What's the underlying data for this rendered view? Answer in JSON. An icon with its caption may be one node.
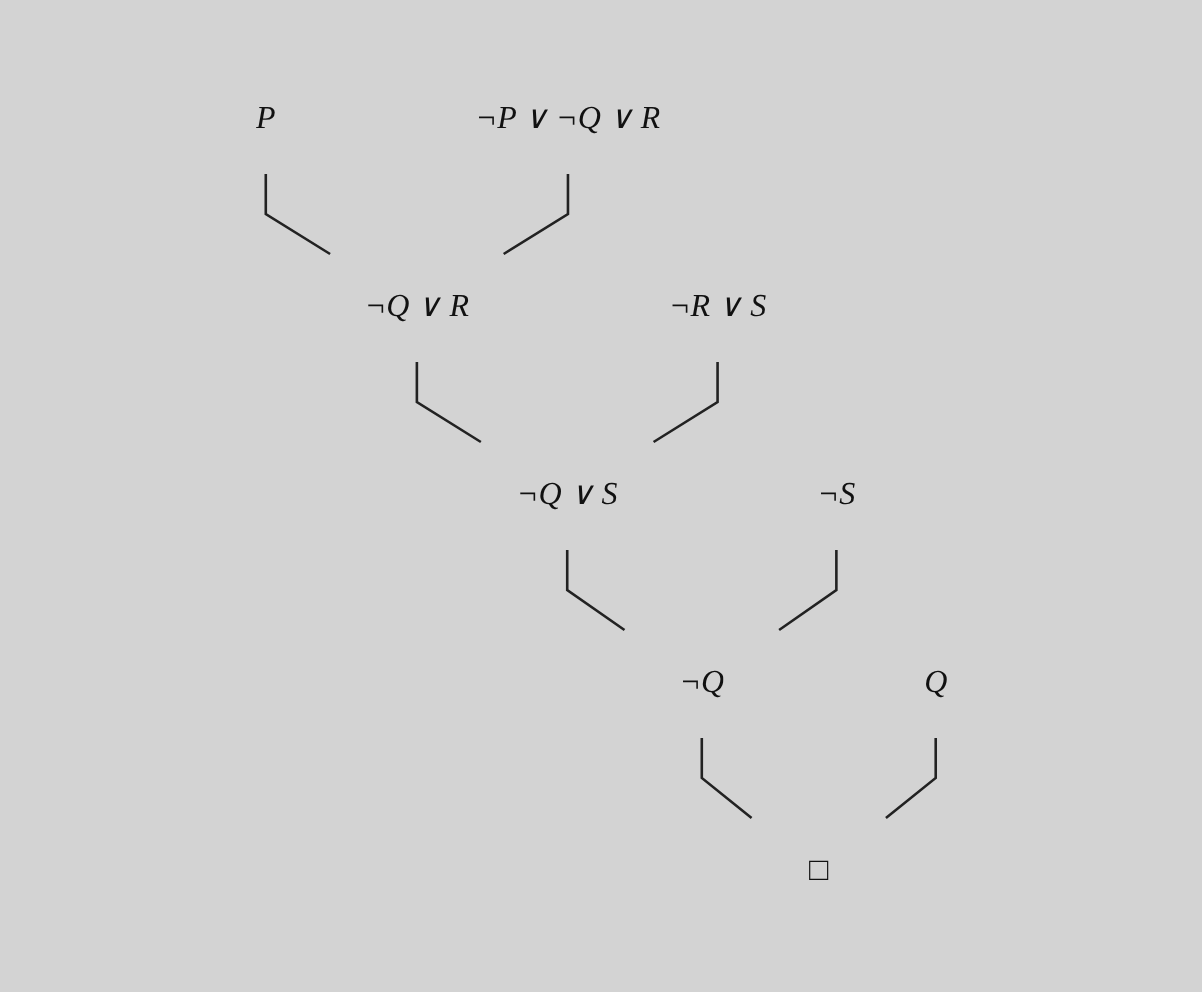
{
  "diagram": {
    "nodes": [
      {
        "text": [
          "P"
        ]
      },
      {
        "text": [
          "¬P ∨ ¬Q ∨ R"
        ]
      },
      {
        "text": [
          "¬Q ∨ R"
        ]
      },
      {
        "text": [
          "¬R ∨ S"
        ]
      },
      {
        "text": [
          "¬Q ∨ S"
        ]
      },
      {
        "text": [
          "¬S"
        ]
      },
      {
        "text": [
          "¬Q"
        ]
      },
      {
        "text": [
          "Q"
        ]
      },
      {
        "text": [
          "□"
        ]
      }
    ],
    "edges": [
      {
        "from": 0,
        "to": 2,
        "arrow": "none"
      },
      {
        "from": 1,
        "to": 2,
        "arrow": "none"
      },
      {
        "from": 2,
        "to": 4,
        "arrow": "none"
      },
      {
        "from": 3,
        "to": 4,
        "arrow": "none"
      },
      {
        "from": 4,
        "to": 6,
        "arrow": "none"
      },
      {
        "from": 5,
        "to": 6,
        "arrow": "none"
      },
      {
        "from": 6,
        "to": 8,
        "arrow": "none"
      },
      {
        "from": 7,
        "to": 8,
        "arrow": "none"
      }
    ]
  }
}
